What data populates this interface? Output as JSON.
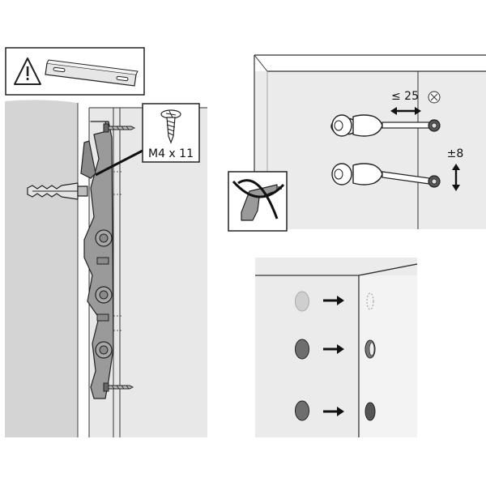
{
  "screw_callout": {
    "size": "M4 x 11"
  },
  "adjustment": {
    "horizontal": "≤ 25",
    "vertical": "±8"
  },
  "icons": {
    "warning": "warning-triangle-icon",
    "no_drill": "no-power-drill-icon"
  },
  "colors": {
    "wall": "#d4d4d4",
    "panel_bg": "#e8e8e8",
    "bracket": "#9a9a9a",
    "line": "#222222",
    "cap_dark": "#6e6e6e",
    "cap_light": "#cfcfcf"
  }
}
